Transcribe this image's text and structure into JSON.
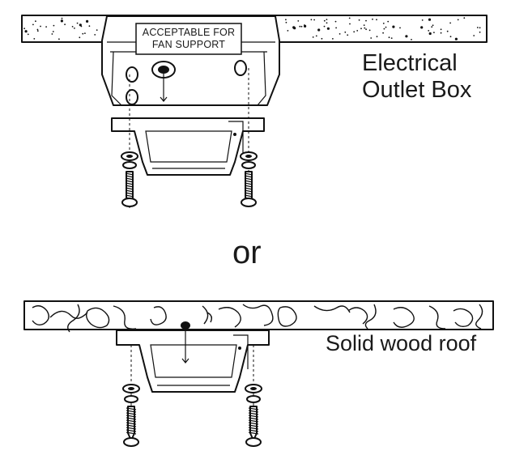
{
  "labels": {
    "electrical": "Electrical",
    "outlet_box": "Outlet Box",
    "acceptable_line1": "ACCEPTABLE FOR",
    "acceptable_line2": "FAN SUPPORT",
    "or": "or",
    "solid_wood_roof": "Solid wood roof"
  },
  "colors": {
    "ink": "#111111",
    "background": "#ffffff"
  },
  "icons": [
    "ceiling-texture",
    "outlet-box",
    "mounting-bracket",
    "lock-washer",
    "machine-screw",
    "wood-screw",
    "wood-grain"
  ]
}
